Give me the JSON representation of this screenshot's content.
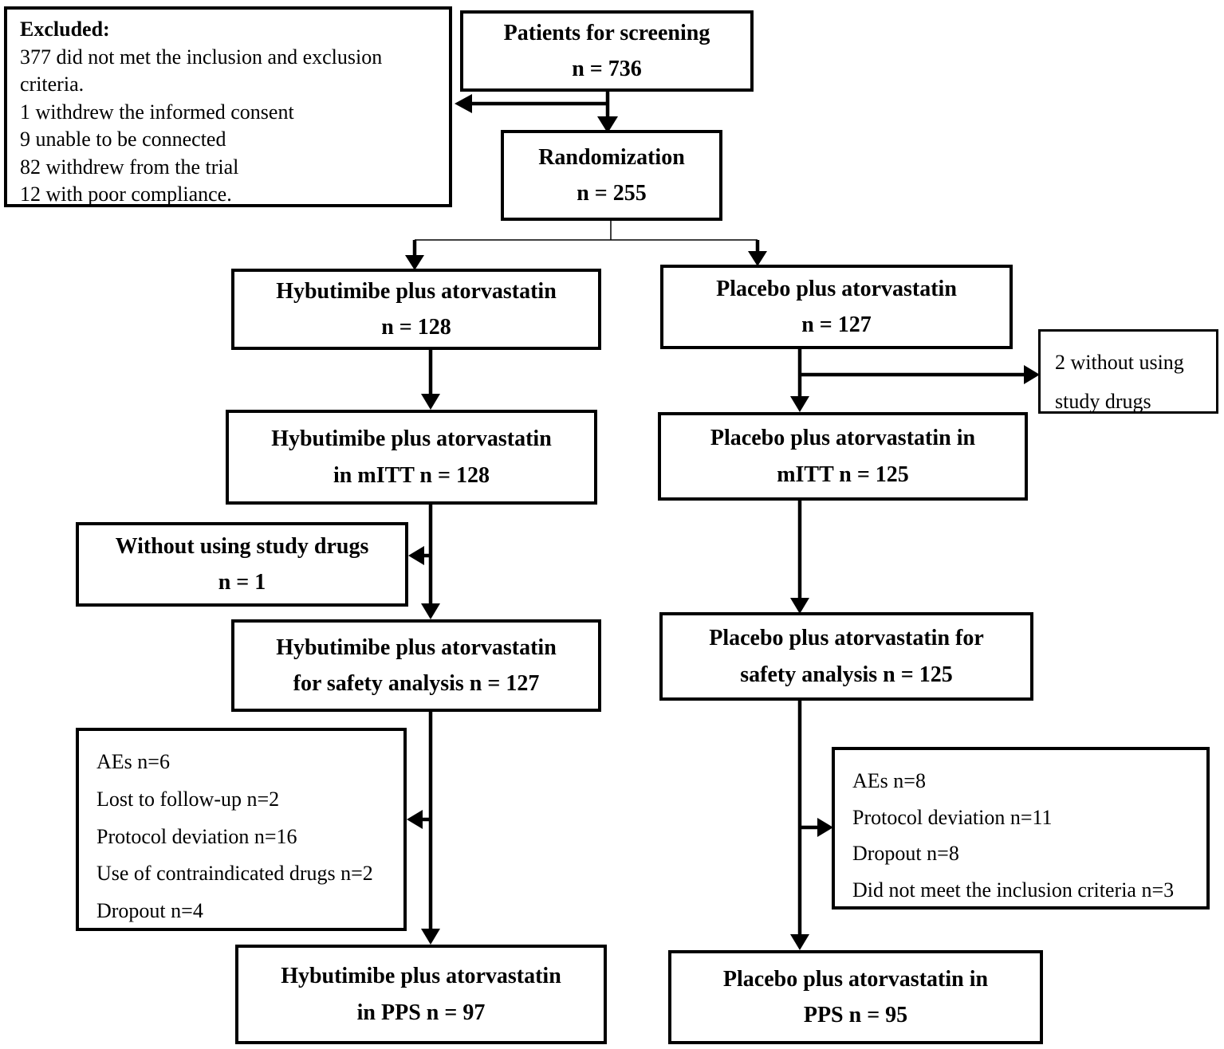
{
  "diagram": {
    "type": "flowchart",
    "nodes": {
      "excluded": {
        "title": "Excluded:",
        "items": [
          "377 did not met the inclusion and exclusion criteria.",
          "1 withdrew the informed consent",
          "9 unable to be connected",
          "82 withdrew from the trial",
          "12 with poor compliance."
        ]
      },
      "screening": {
        "line1": "Patients for screening",
        "line2": "n = 736"
      },
      "randomization": {
        "line1": "Randomization",
        "line2": "n = 255"
      },
      "hybutimibe_arm": {
        "line1": "Hybutimibe plus atorvastatin",
        "line2": "n = 128"
      },
      "placebo_arm": {
        "line1": "Placebo plus atorvastatin",
        "line2": "n = 127"
      },
      "two_without_drugs": {
        "line1": "2 without using",
        "line2": "study drugs"
      },
      "hybutimibe_mitt": {
        "line1": "Hybutimibe plus atorvastatin",
        "line2": "in mITT n = 128"
      },
      "placebo_mitt": {
        "line1": "Placebo plus atorvastatin in",
        "line2": "mITT n = 125"
      },
      "without_using_drugs": {
        "line1": "Without using study drugs",
        "line2": "n = 1"
      },
      "hybutimibe_safety": {
        "line1": "Hybutimibe plus atorvastatin",
        "line2": "for safety analysis n = 127"
      },
      "placebo_safety": {
        "line1": "Placebo plus atorvastatin for",
        "line2": "safety analysis n = 125"
      },
      "hybutimibe_exclusions": {
        "items": [
          "AEs n=6",
          "Lost to follow-up n=2",
          "Protocol deviation n=16",
          "Use of contraindicated drugs n=2",
          "Dropout n=4"
        ]
      },
      "placebo_exclusions": {
        "items": [
          "AEs n=8",
          "Protocol deviation n=11",
          "Dropout n=8",
          "Did not meet the inclusion criteria n=3"
        ]
      },
      "hybutimibe_pps": {
        "line1": "Hybutimibe plus atorvastatin",
        "line2": "in PPS n = 97"
      },
      "placebo_pps": {
        "line1": "Placebo plus atorvastatin in",
        "line2": "PPS n = 95"
      }
    },
    "edges": [
      {
        "from": "screening",
        "to": "randomization"
      },
      {
        "from": "screening",
        "to": "excluded"
      },
      {
        "from": "randomization",
        "to": "hybutimibe_arm"
      },
      {
        "from": "randomization",
        "to": "placebo_arm"
      },
      {
        "from": "hybutimibe_arm",
        "to": "hybutimibe_mitt"
      },
      {
        "from": "placebo_arm",
        "to": "placebo_mitt"
      },
      {
        "from": "placebo_arm",
        "to": "two_without_drugs"
      },
      {
        "from": "hybutimibe_mitt",
        "to": "without_using_drugs"
      },
      {
        "from": "hybutimibe_mitt",
        "to": "hybutimibe_safety"
      },
      {
        "from": "placebo_mitt",
        "to": "placebo_safety"
      },
      {
        "from": "hybutimibe_safety",
        "to": "hybutimibe_exclusions"
      },
      {
        "from": "hybutimibe_safety",
        "to": "hybutimibe_pps"
      },
      {
        "from": "placebo_safety",
        "to": "placebo_exclusions"
      },
      {
        "from": "placebo_safety",
        "to": "placebo_pps"
      }
    ],
    "colors": {
      "background": "#ffffff",
      "box_border": "#000000",
      "line": "#000000",
      "text": "#000000"
    }
  }
}
